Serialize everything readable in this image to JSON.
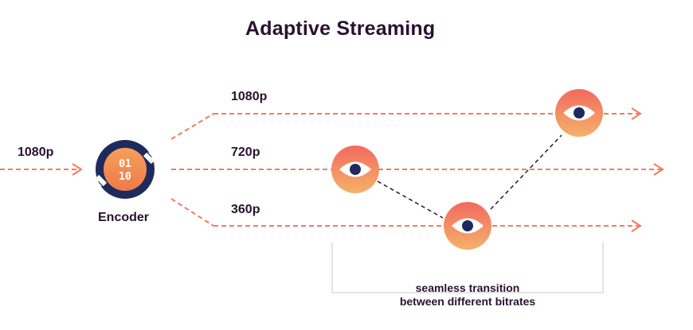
{
  "diagram": {
    "title": "Adaptive Streaming",
    "input_label": "1080p",
    "encoder": {
      "label": "Encoder",
      "digits_top": "01",
      "digits_bottom": "10"
    },
    "streams": [
      {
        "id": "high",
        "label": "1080p"
      },
      {
        "id": "mid",
        "label": "720p"
      },
      {
        "id": "low",
        "label": "360p"
      }
    ],
    "caption": {
      "line1": "seamless transition",
      "line2": "between different bitrates"
    },
    "viewers": [
      {
        "stream": "720p",
        "icon": "eye-icon"
      },
      {
        "stream": "360p",
        "icon": "eye-icon"
      },
      {
        "stream": "1080p",
        "icon": "eye-icon"
      }
    ],
    "colors": {
      "stream_line": "#f47b5e",
      "title_text": "#2a1130",
      "encoder_ring": "#1f2a5c",
      "encoder_fill": "#f28b50",
      "eye_top": "#f26a5f",
      "eye_bottom": "#f5b16a",
      "pupil": "#1f2a5c",
      "bracket": "#c8c8c8"
    }
  }
}
